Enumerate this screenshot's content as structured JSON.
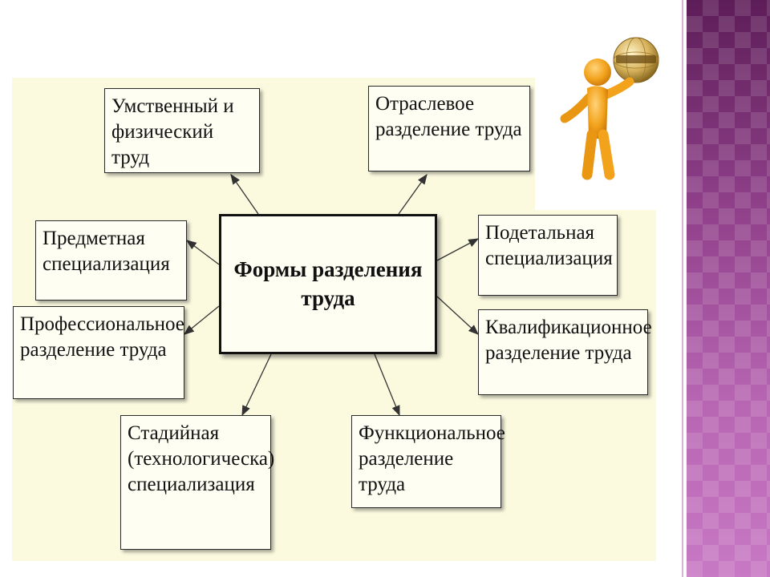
{
  "center": {
    "label": "Формы разделения\nтруда"
  },
  "boxes": {
    "mental_physical": "Умственный и\nфизический труд",
    "sectoral": "Отраслевое\nразделение труда",
    "subject": "Предметная\nспециализация",
    "detail": "Подетальная\nспециализация",
    "professional": "Профессиональное\nразделение труда",
    "qualification": "Квалификационное\nразделение труда",
    "stage": "Стадийная\n(технологическа)\nспециализация",
    "functional": "Функциональное\nразделение труда"
  },
  "colors": {
    "panel": "#a2559c",
    "diagram_bg": "#fbfadf",
    "figure": "#f2a21b"
  },
  "icons": [
    "person-figure-icon",
    "globe-icon"
  ]
}
